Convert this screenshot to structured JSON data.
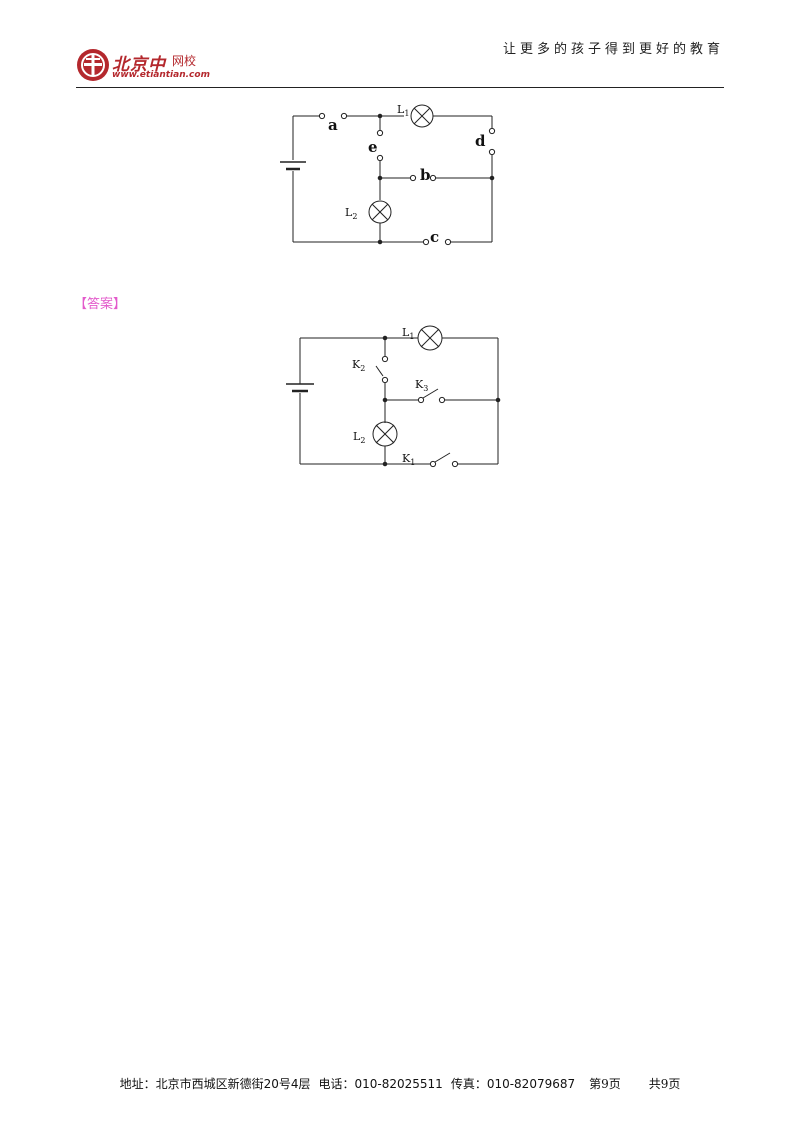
{
  "header": {
    "logo_name": "北京",
    "logo_name2": "中",
    "logo_sub": "网校",
    "logo_url": "www.etiantian.com",
    "slogan": "让更多的孩子得到更好的教育",
    "brand_color": "#b4282d"
  },
  "question_circuit": {
    "label_a": "a",
    "label_b": "b",
    "label_c": "c",
    "label_d": "d",
    "label_e": "e",
    "lamp1": "L",
    "lamp1_sub": "1",
    "lamp2": "L",
    "lamp2_sub": "2"
  },
  "answer": {
    "label": "【答案】",
    "label_color": "#e35acb"
  },
  "answer_circuit": {
    "lamp1": "L",
    "lamp1_sub": "1",
    "lamp2": "L",
    "lamp2_sub": "2",
    "k1": "K",
    "k1_sub": "1",
    "k2": "K",
    "k2_sub": "2",
    "k3": "K",
    "k3_sub": "3"
  },
  "footer": {
    "address": "地址：北京市西城区新德街20号4层",
    "phone": "电话：010-82025511",
    "fax": "传真：010-82079687",
    "page": "第9页",
    "total": "共9页"
  }
}
